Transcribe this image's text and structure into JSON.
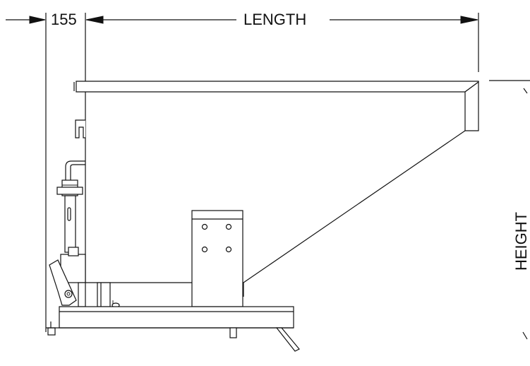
{
  "dimensions": {
    "offset_label": "155",
    "length_label": "LENGTH",
    "height_label": "HEIGHT"
  },
  "colors": {
    "line": "#111111",
    "background": "#ffffff"
  }
}
